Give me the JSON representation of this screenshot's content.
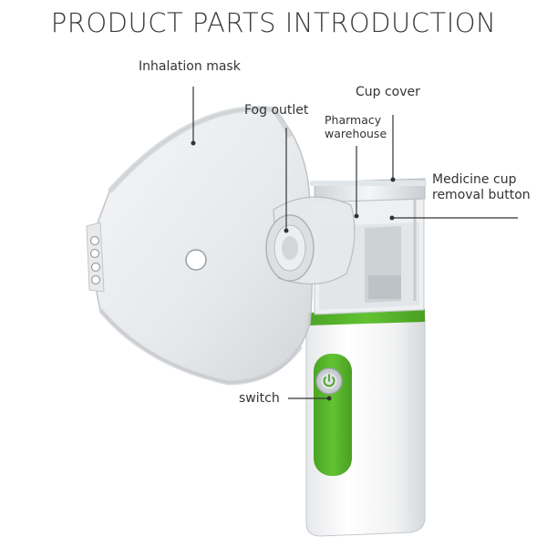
{
  "title": "PRODUCT PARTS INTRODUCTION",
  "labels": {
    "inhalation_mask": "Inhalation mask",
    "fog_outlet": "Fog outlet",
    "cup_cover": "Cup cover",
    "pharmacy_warehouse_line1": "Pharmacy",
    "pharmacy_warehouse_line2": "warehouse",
    "medicine_cup_line1": "Medicine cup",
    "medicine_cup_line2": "removal button",
    "switch": "switch"
  },
  "colors": {
    "accent_green": "#5cb82e",
    "body_white": "#f3f4f5",
    "mask_gray": "#d9dcdf",
    "leader_line": "#333333"
  },
  "icons": {
    "power": "power-icon"
  }
}
